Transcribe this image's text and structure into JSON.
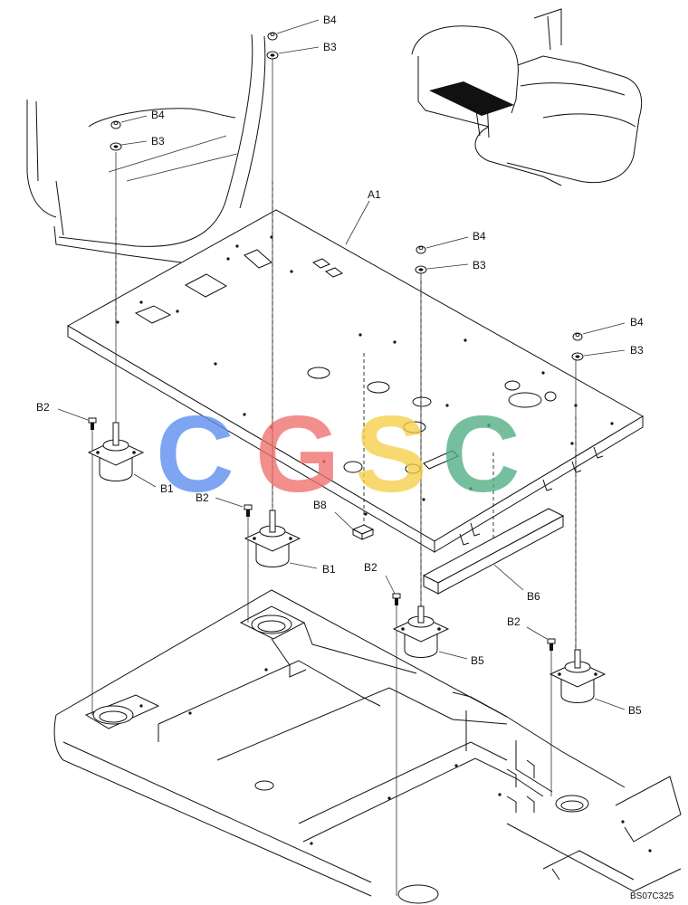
{
  "labels": {
    "A1": "A1",
    "B1": "B1",
    "B2": "B2",
    "B3": "B3",
    "B4": "B4",
    "B5": "B5",
    "B6": "B6",
    "B8": "B8"
  },
  "drawing_code": "BS07C325",
  "watermark": {
    "letters": [
      "C",
      "G",
      "S",
      "C"
    ],
    "colors": [
      "#5b8def",
      "#ef6f6c",
      "#f7cf48",
      "#4fae84"
    ]
  }
}
